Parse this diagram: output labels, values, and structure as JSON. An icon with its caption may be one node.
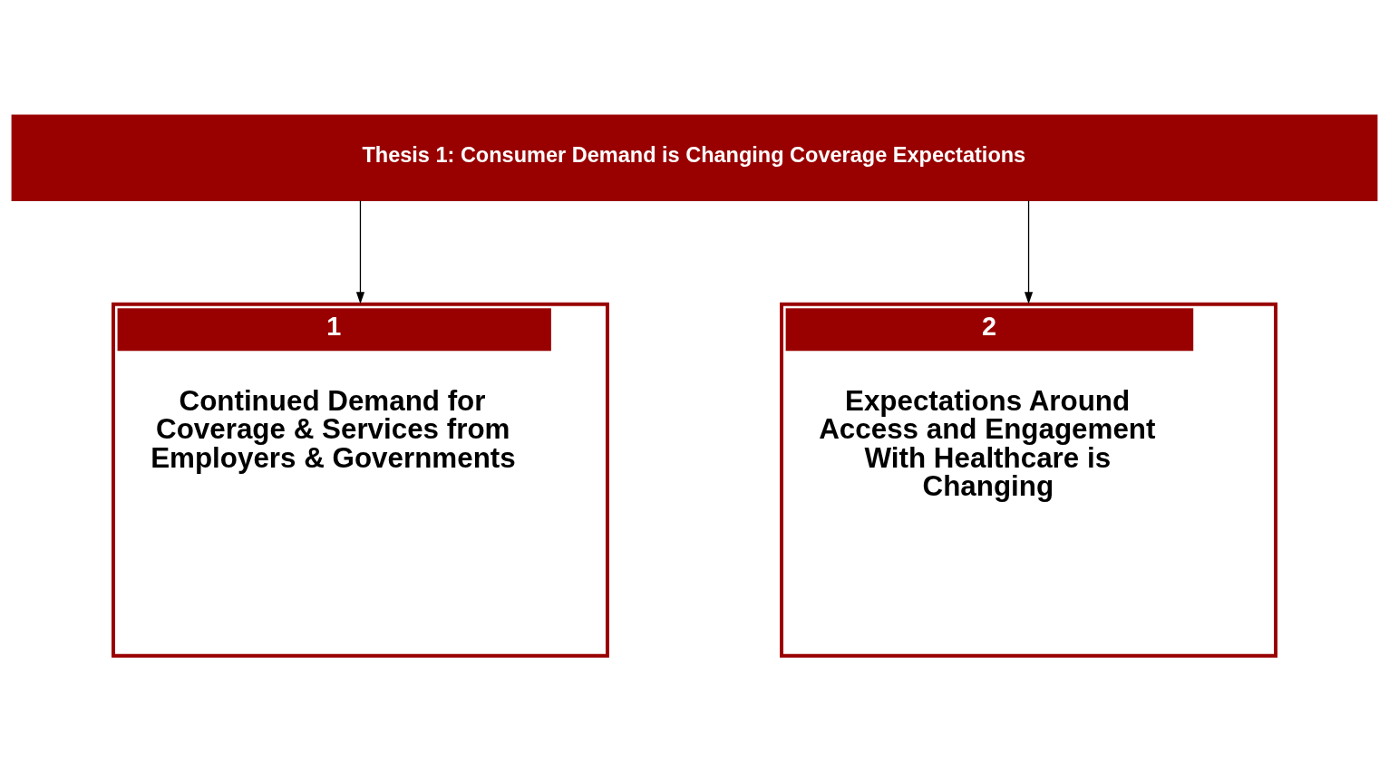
{
  "diagram": {
    "nodes": [
      {
        "text": [
          "Thesis 1: Consumer Demand is Changing Coverage Expectations"
        ]
      },
      {
        "text": [
          "1",
          "Continued Demand for Coverage & Services from Employers & Governments"
        ]
      },
      {
        "text": [
          "2",
          "Expectations Around Access and Engagement With Healthcare is Changing"
        ]
      }
    ],
    "edges": [
      {
        "from": 0,
        "to": 1,
        "arrow": "to"
      },
      {
        "from": 0,
        "to": 2,
        "arrow": "to"
      }
    ]
  }
}
